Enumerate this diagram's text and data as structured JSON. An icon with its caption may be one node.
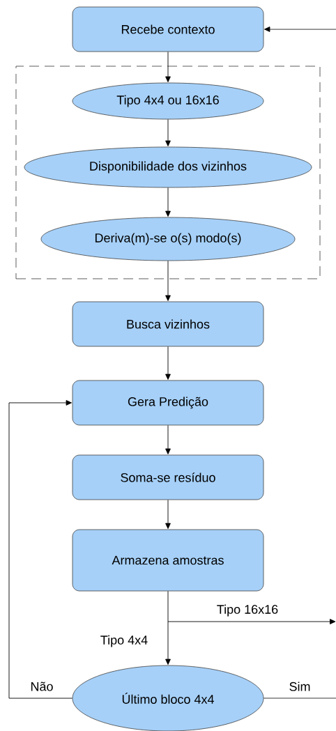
{
  "diagram": {
    "nodes": [
      {
        "text": [
          "Recebe contexto"
        ]
      },
      {
        "text": [],
        "shape": "box"
      },
      {
        "text": [
          "Tipo 4x4 ou 16x16"
        ],
        "in": 1
      },
      {
        "text": [
          "Disponibilidade dos vizinhos"
        ],
        "in": 1
      },
      {
        "text": [
          "Deriva(m)-se o(s) modo(s)"
        ],
        "in": 1
      },
      {
        "text": [
          "Busca vizinhos"
        ]
      },
      {
        "text": [
          "Gera Predição"
        ]
      },
      {
        "text": [
          "Soma-se resíduo"
        ]
      },
      {
        "text": [
          "Armazena amostras"
        ]
      },
      {
        "text": [
          "Último bloco 4x4"
        ]
      }
    ],
    "edges": [
      {
        "from": null,
        "to": 0,
        "arrow": "to"
      },
      {
        "from": 0,
        "to": 2,
        "arrow": "to"
      },
      {
        "from": 2,
        "to": 3,
        "arrow": "to"
      },
      {
        "from": 3,
        "to": 4,
        "arrow": "to"
      },
      {
        "from": 4,
        "to": 5,
        "arrow": "to"
      },
      {
        "from": 5,
        "to": 6,
        "arrow": "to"
      },
      {
        "from": 6,
        "to": 7,
        "arrow": "to"
      },
      {
        "from": 7,
        "to": 8,
        "arrow": "to"
      },
      {
        "from": 8,
        "to": 9,
        "arrow": "to",
        "label": "Tipo 4x4"
      },
      {
        "from": 8,
        "to": null,
        "arrow": "to",
        "label": "Tipo 16x16"
      },
      {
        "from": 9,
        "to": 6,
        "arrow": "to",
        "label": "Não"
      },
      {
        "from": 9,
        "to": null,
        "arrow": "none",
        "label": "Sim"
      }
    ]
  }
}
